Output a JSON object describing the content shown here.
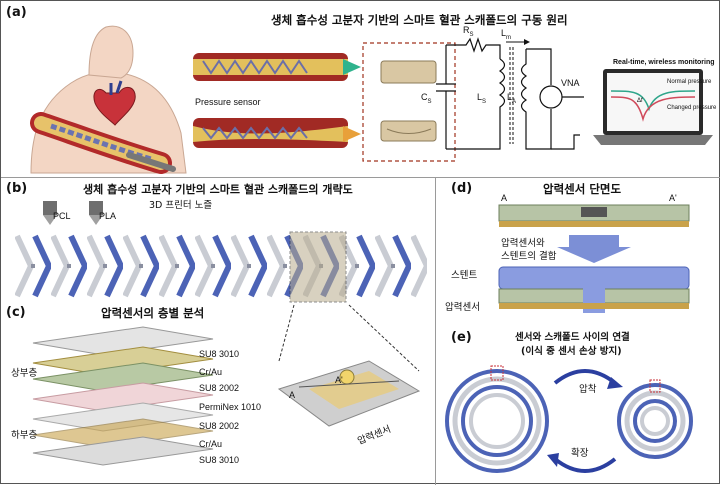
{
  "panel_a": {
    "label": "(a)",
    "title": "생체 흡수성 고분자 기반의 스마트 혈관 스캐폴드의 구동 원리",
    "pressure_sensor": "Pressure sensor",
    "rs": "R",
    "rs_sub": "S",
    "lm": "L",
    "lm_sub": "m",
    "cs": "C",
    "cs_sub": "S",
    "ls": "L",
    "ls_sub": "S",
    "la": "L",
    "la_sub": "A",
    "vna": "VNA",
    "monitor_title": "Real-time, wireless monitoring",
    "normal": "Normal pressure",
    "changed": "Changed pressure",
    "delta": "Δf"
  },
  "panel_b": {
    "label": "(b)",
    "title": "생체 흡수성 고분자 기반의 스마트 혈관 스캐폴드의 개략도",
    "pcl": "PCL",
    "pla": "PLA",
    "printer": "3D 프린터 노즐",
    "sensor_label": "압력센서",
    "a": "A",
    "a_prime": "A'"
  },
  "panel_c": {
    "label": "(c)",
    "title": "압력센서의 층별 분석",
    "upper": "상부층",
    "lower": "하부층",
    "layers": [
      "SU8 3010",
      "Cr/Au",
      "SU8 2002",
      "PermiNex 1010",
      "SU8 2002",
      "Cr/Au",
      "SU8 3010"
    ]
  },
  "panel_d": {
    "label": "(d)",
    "title": "압력센서 단면도",
    "a": "A",
    "a_prime": "A'",
    "bond1": "압력센서와",
    "bond2": "스텐트의 결합",
    "stent": "스텐트",
    "sensor": "압력센서"
  },
  "panel_e": {
    "label": "(e)",
    "title1": "센서와 스캐폴드 사이의 연결",
    "title2": "(이식 중 센서 손상 방지)",
    "crimp": "압착",
    "expand": "확장"
  },
  "colors": {
    "blue": "#4c63b6",
    "gray": "#c9ccd3",
    "gold": "#c9a24a",
    "sensor_green": "#8fa98b",
    "pink": "#f0d5d8"
  }
}
